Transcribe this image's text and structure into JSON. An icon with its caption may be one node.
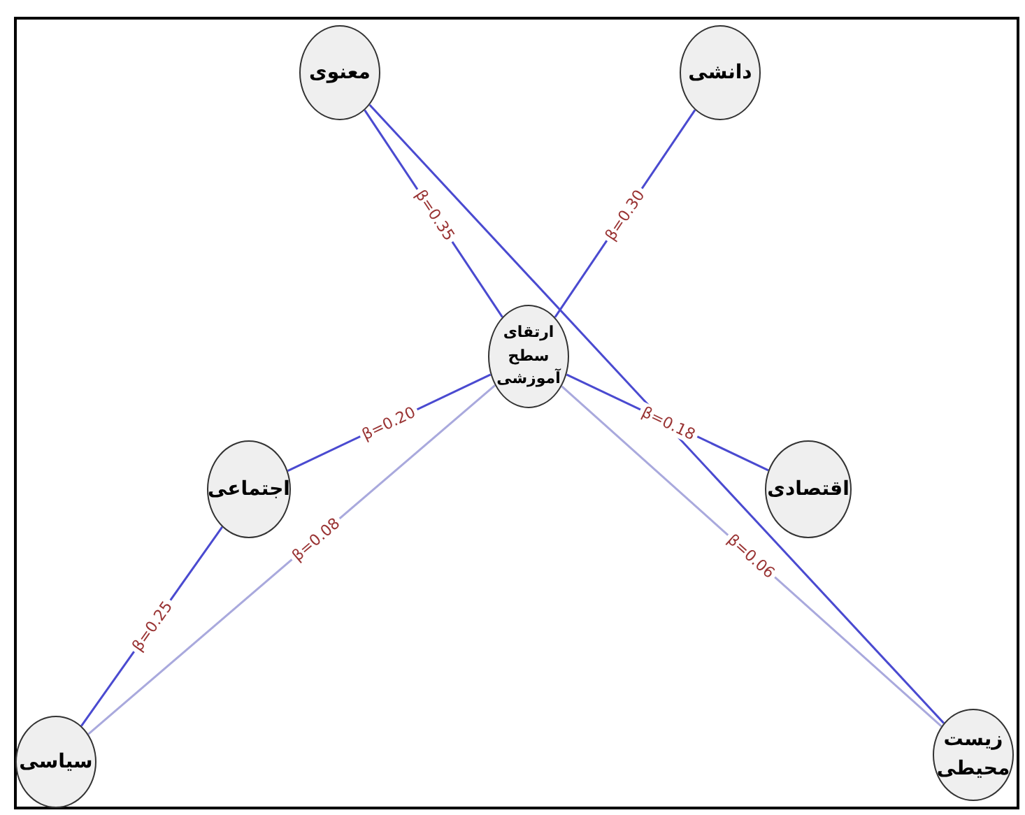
{
  "diagram": {
    "nodes": [
      {
        "text": [
          "ارتقای سطح آموزشی"
        ]
      },
      {
        "text": [
          "معنوی"
        ]
      },
      {
        "text": [
          "دانشی"
        ]
      },
      {
        "text": [
          "اجتماعی"
        ]
      },
      {
        "text": [
          "اقتصادی"
        ]
      },
      {
        "text": [
          "سیاسی"
        ]
      },
      {
        "text": [
          "زیست محیطی"
        ]
      }
    ],
    "edges": [
      {
        "from": 1,
        "to": 0,
        "arrow": "none",
        "label": "β=0.35"
      },
      {
        "from": 2,
        "to": 0,
        "arrow": "none",
        "label": "β=0.30"
      },
      {
        "from": 1,
        "to": 6,
        "arrow": "none"
      },
      {
        "from": 0,
        "to": 4,
        "arrow": "none",
        "label": "β=0.18"
      },
      {
        "from": 3,
        "to": 0,
        "arrow": "none",
        "label": "β=0.20"
      },
      {
        "from": 5,
        "to": 0,
        "arrow": "none",
        "label": "β=0.08",
        "color": "#a9a9dd"
      },
      {
        "from": 5,
        "to": 3,
        "arrow": "none",
        "label": "β=0.25"
      },
      {
        "from": 0,
        "to": 6,
        "arrow": "none",
        "label": "β=0.06",
        "color": "#a9a9dd"
      }
    ]
  }
}
